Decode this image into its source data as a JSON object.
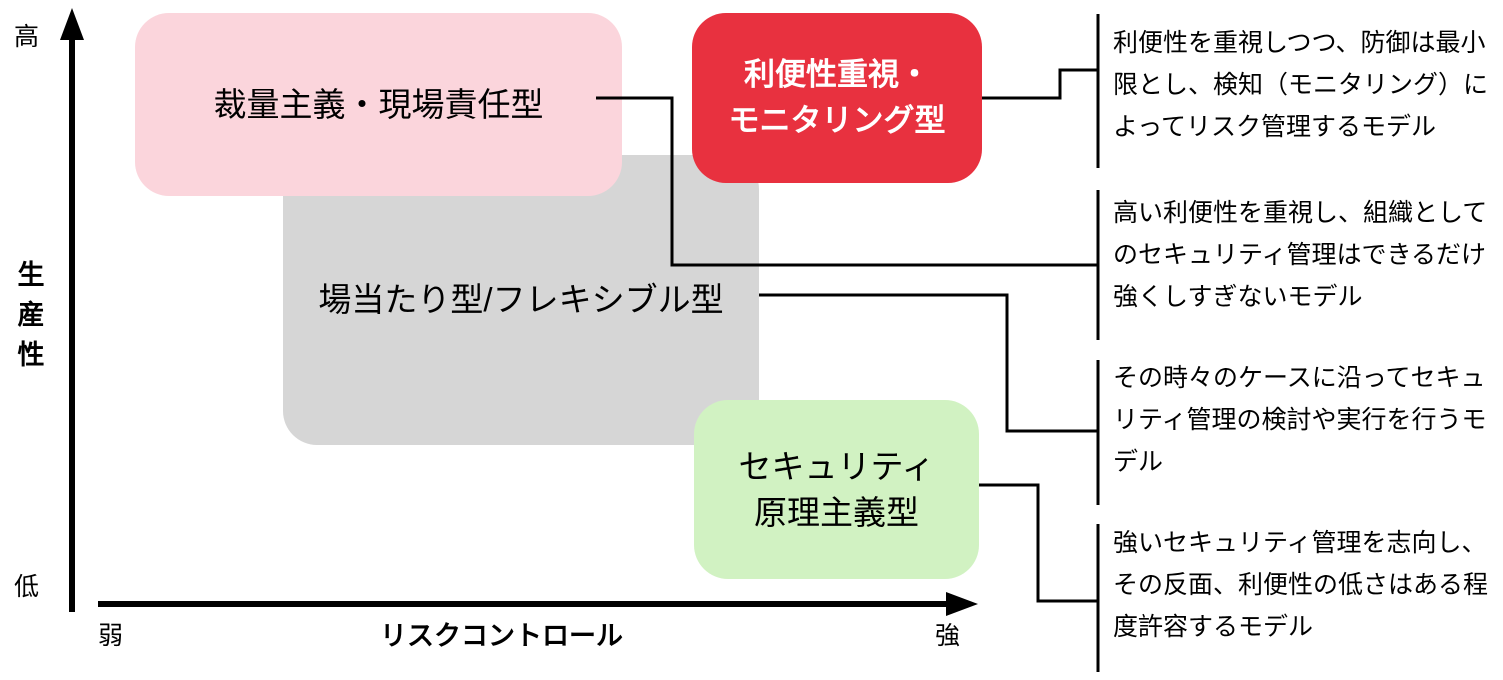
{
  "axes": {
    "y": {
      "title": "生産性",
      "title_chars": [
        "生",
        "産",
        "性"
      ],
      "high_label": "高",
      "low_label": "低"
    },
    "x": {
      "title": "リスクコントロール",
      "low_label": "弱",
      "high_label": "強"
    }
  },
  "boxes": [
    {
      "id": "pink",
      "label": "裁量主義・現場責任型",
      "color": "#fbd5dc",
      "text_color": "#000000"
    },
    {
      "id": "gray",
      "label": "場当たり型/フレキシブル型",
      "color": "#d6d6d6",
      "text_color": "#000000"
    },
    {
      "id": "red",
      "label_line1": "利便性重視・",
      "label_line2": "モニタリング型",
      "color": "#e8313f",
      "text_color": "#ffffff"
    },
    {
      "id": "green",
      "label_line1": "セキュリティ",
      "label_line2": "原理主義型",
      "color": "#d1f2c2",
      "text_color": "#000000"
    }
  ],
  "descriptions": [
    {
      "source_box": "red",
      "text": "利便性を重視しつつ、防御は最小限とし、検知（モニタリング）によってリスク管理するモデル"
    },
    {
      "source_box": "pink",
      "text": "高い利便性を重視し、組織としてのセキュリティ管理はできるだけ強くしすぎないモデル"
    },
    {
      "source_box": "gray",
      "text": "その時々のケースに沿ってセキュリティ管理の検討や実行を行うモデル"
    },
    {
      "source_box": "green",
      "text": "強いセキュリティ管理を志向し、その反面、利便性の低さはある程度許容するモデル"
    }
  ],
  "chart_data": {
    "type": "scatter",
    "title": "",
    "xlabel": "リスクコントロール",
    "ylabel": "生産性",
    "xlim": [
      "弱",
      "強"
    ],
    "ylim": [
      "低",
      "高"
    ],
    "grid": false,
    "legend": "none",
    "annotations": [
      "裁量主義・現場責任型",
      "利便性重視・モニタリング型",
      "場当たり型/フレキシブル型",
      "セキュリティ原理主義型"
    ]
  }
}
